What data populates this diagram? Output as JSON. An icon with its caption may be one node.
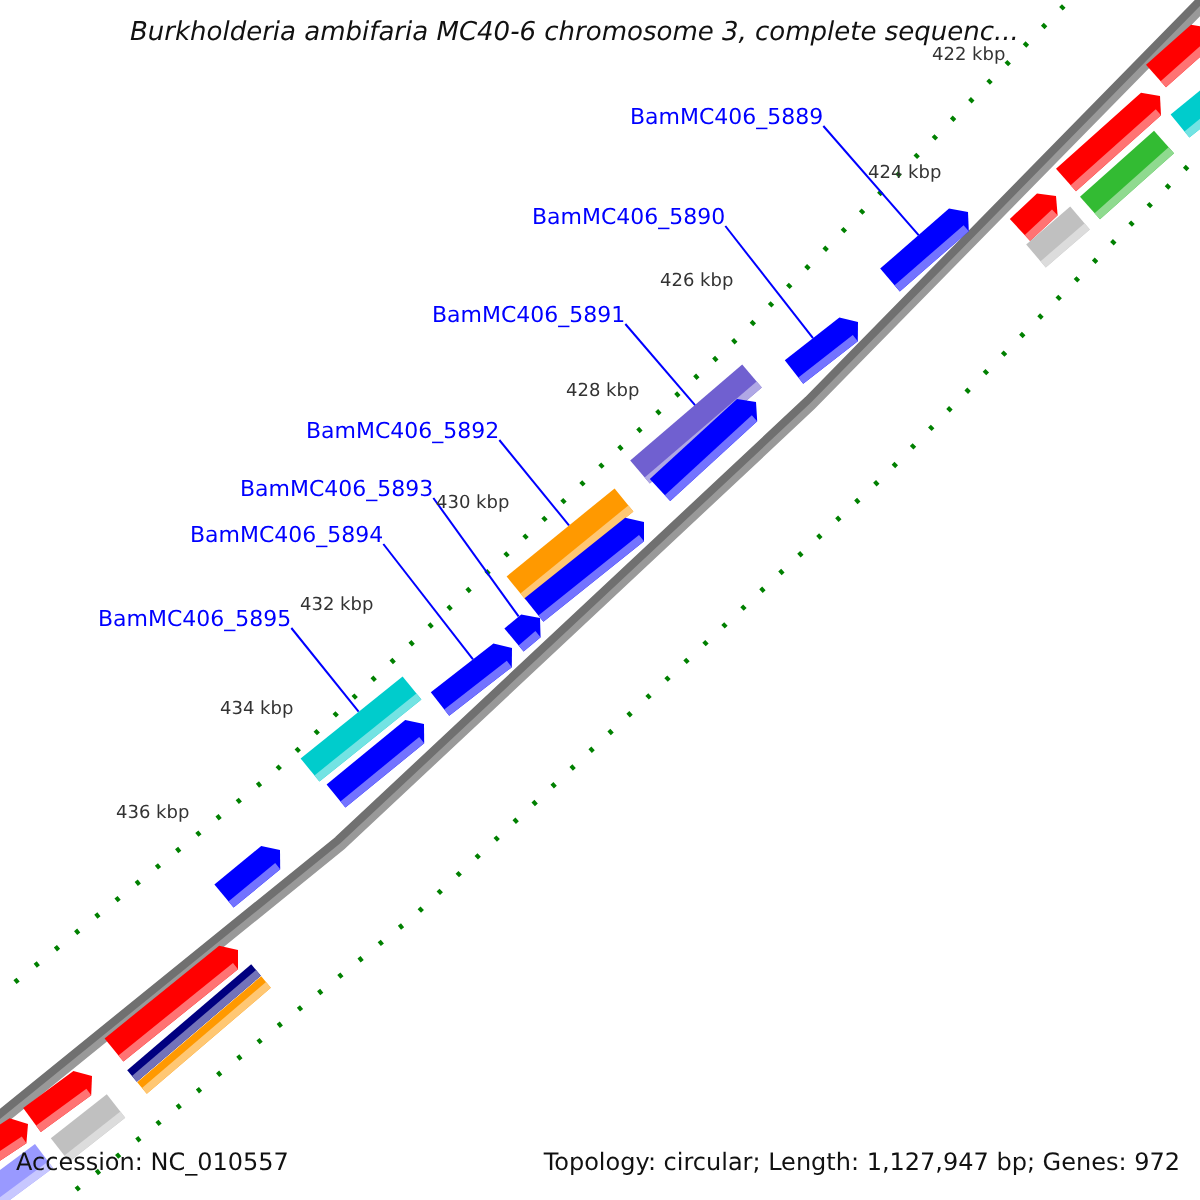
{
  "diagram": {
    "title": "Burkholderia ambifaria MC40-6 chromosome 3, complete sequenc...",
    "nodes": [
      {
        "text": [
          "BamMC406_5889"
        ]
      },
      {
        "text": [
          "BamMC406_5890"
        ]
      },
      {
        "text": [
          "BamMC406_5891"
        ]
      },
      {
        "text": [
          "BamMC406_5892"
        ]
      },
      {
        "text": [
          "BamMC406_5893"
        ]
      },
      {
        "text": [
          "BamMC406_5894"
        ]
      },
      {
        "text": [
          "BamMC406_5895"
        ]
      },
      {
        "text": [],
        "shape": "arrow"
      },
      {
        "text": [],
        "shape": "arrow"
      },
      {
        "text": [],
        "shape": "bar"
      },
      {
        "text": [],
        "shape": "bar"
      },
      {
        "text": [],
        "shape": "arrow"
      },
      {
        "text": [],
        "shape": "arrow"
      },
      {
        "text": [],
        "shape": "bar"
      },
      {
        "text": [],
        "shape": "arrow"
      },
      {
        "text": [],
        "shape": "arrow"
      },
      {
        "text": [],
        "shape": "arrow"
      },
      {
        "text": [],
        "shape": "bar"
      },
      {
        "text": [],
        "shape": "bar"
      },
      {
        "text": [],
        "shape": "bar"
      },
      {
        "text": [],
        "shape": "arrow"
      },
      {
        "text": [],
        "shape": "arrow"
      },
      {
        "text": [],
        "shape": "arrow"
      },
      {
        "text": [],
        "shape": "arrow"
      },
      {
        "text": [],
        "shape": "bar"
      },
      {
        "text": [],
        "shape": "bar"
      },
      {
        "text": [],
        "shape": "arrow"
      },
      {
        "text": [],
        "shape": "bar"
      },
      {
        "text": [],
        "shape": "arrow"
      },
      {
        "text": [],
        "shape": "bar"
      },
      {
        "text": [],
        "shape": "arrow"
      }
    ],
    "edges": [
      {
        "from": 0,
        "to": 7,
        "arrow": "none"
      },
      {
        "from": 1,
        "to": 8,
        "arrow": "none"
      },
      {
        "from": 2,
        "to": 9,
        "arrow": "none"
      },
      {
        "from": 3,
        "to": 10,
        "arrow": "none"
      },
      {
        "from": 4,
        "to": 11,
        "arrow": "none"
      },
      {
        "from": 5,
        "to": 12,
        "arrow": "none"
      },
      {
        "from": 6,
        "to": 13,
        "arrow": "none"
      }
    ],
    "labels": [
      "422 kbp",
      "424 kbp",
      "426 kbp",
      "428 kbp",
      "430 kbp",
      "432 kbp",
      "434 kbp",
      "436 kbp",
      "Accession: NC_010557",
      "Topology: circular; Length: 1,127,947 bp; Genes: 972"
    ]
  }
}
